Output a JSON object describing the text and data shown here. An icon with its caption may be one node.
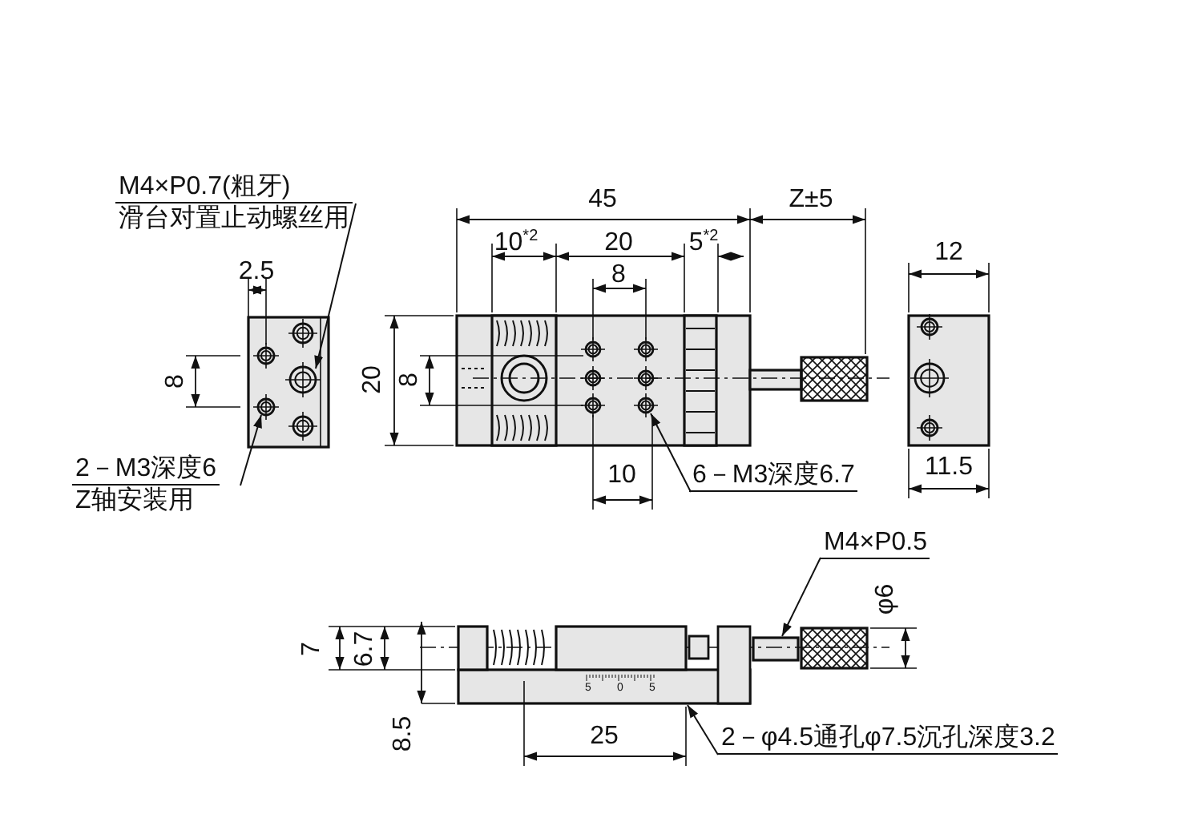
{
  "diagram": {
    "nodes": [
      {
        "text": [
          "M4×P0.7(粗牙)",
          "滑台对置止动螺丝用"
        ]
      },
      {
        "text": [],
        "shape": "circle"
      },
      {
        "text": [
          "2－M3深度6",
          "Z轴安装用"
        ]
      },
      {
        "text": [],
        "shape": "circle"
      },
      {
        "text": [
          "6－M3深度6.7"
        ]
      },
      {
        "text": [],
        "shape": "circle"
      },
      {
        "text": [
          "M4×P0.5"
        ]
      },
      {
        "text": [],
        "shape": "bar"
      },
      {
        "text": [
          "2－φ4.5通孔φ7.5沉孔深度3.2"
        ]
      },
      {
        "text": [],
        "shape": "box"
      }
    ],
    "edges": [
      {
        "from": 0,
        "to": 1,
        "arrow": "to"
      },
      {
        "from": 2,
        "to": 3,
        "arrow": "to"
      },
      {
        "from": 4,
        "to": 5,
        "arrow": "to"
      },
      {
        "from": 6,
        "to": 7,
        "arrow": "to"
      },
      {
        "from": 8,
        "to": 9,
        "arrow": "to"
      }
    ],
    "labels": [
      "2.5",
      "8",
      "45",
      "Z±5",
      "10$^{*2}$",
      "20",
      "5$^{*2}$",
      "8",
      "20",
      "8",
      "12",
      "10",
      "11.5",
      "φ6",
      "7",
      "6.7",
      "5",
      "0",
      "5",
      "8.5",
      "25"
    ]
  }
}
